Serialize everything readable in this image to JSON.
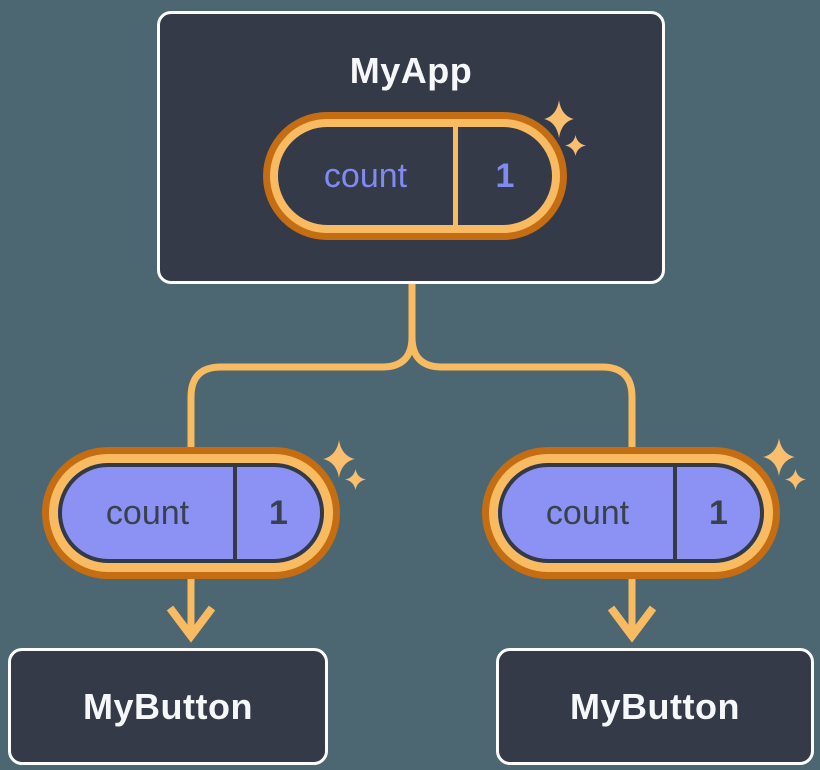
{
  "diagram": {
    "root": {
      "title": "MyApp",
      "state": {
        "label": "count",
        "value": "1"
      }
    },
    "children": [
      {
        "title": "MyButton",
        "prop": {
          "label": "count",
          "value": "1"
        }
      },
      {
        "title": "MyButton",
        "prop": {
          "label": "count",
          "value": "1"
        }
      }
    ]
  },
  "icons": {
    "sparkle": "four-point-star",
    "arrow": "arrow-down"
  },
  "colors": {
    "background": "#4c6771",
    "box_bg": "#343a47",
    "box_border": "#fdfdfd",
    "box_text": "#f6f7f9",
    "ring_outer": "#c56d13",
    "ring_inner": "#f9bb61",
    "connector": "#f9bb61",
    "sparkle": "#f9be6e",
    "state_text": "#818af0",
    "prop_bg": "#8b92f3",
    "prop_outline": "#333a46",
    "prop_text": "#3a414e"
  }
}
